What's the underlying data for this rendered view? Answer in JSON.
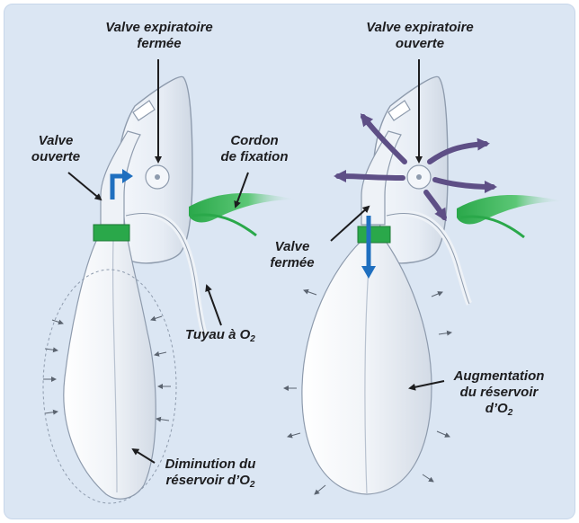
{
  "labels": {
    "left_exp_valve_line1": "Valve expiratoire",
    "left_exp_valve_line2": "fermée",
    "right_exp_valve_line1": "Valve expiratoire",
    "right_exp_valve_line2": "ouverte",
    "left_valve_line1": "Valve",
    "left_valve_line2": "ouverte",
    "strap_line1": "Cordon",
    "strap_line2": "de fixation",
    "right_valve_line1": "Valve",
    "right_valve_line2": "fermée",
    "tube_main": "Tuyau à O",
    "tube_sub": "2",
    "decrease_line1": "Diminution du",
    "decrease_line2_main": "réservoir d’O",
    "decrease_sub": "2",
    "increase_line1": "Augmentation",
    "increase_line2": "du réservoir",
    "increase_line3_main": "d’O",
    "increase_sub": "2"
  },
  "colors": {
    "panel": "#dbe6f3",
    "strap_green": "#2aa84a",
    "flow_blue": "#1f6fbf",
    "exhale_purple": "#5e4f86",
    "text": "#1d1d1f"
  }
}
